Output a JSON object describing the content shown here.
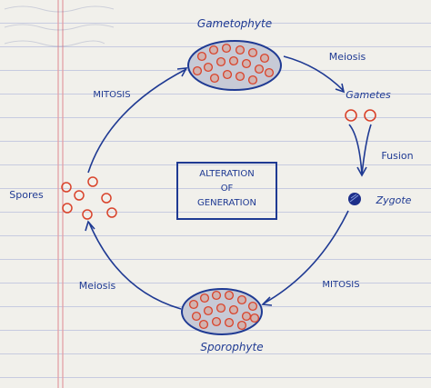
{
  "title_box": {
    "line1": "ALTERATION",
    "line2": "OF",
    "line3": "GENERATION"
  },
  "stages": {
    "gametophyte": "Gametophyte",
    "gametes": "Gametes",
    "zygote": "Zygote",
    "sporophyte": "Sporophyte",
    "spores": "Spores"
  },
  "processes": {
    "meiosis_top": "Meiosis",
    "fusion": "Fusion",
    "mitosis_bottom": "MITOSIS",
    "meiosis_bottom": "Meiosis",
    "mitosis_left": "MITOSIS"
  },
  "colors": {
    "ink": "#1f3a93",
    "cell_fill": "#e98a6b",
    "cell_outline": "#d9432b",
    "zygote": "#1d2f8a"
  }
}
